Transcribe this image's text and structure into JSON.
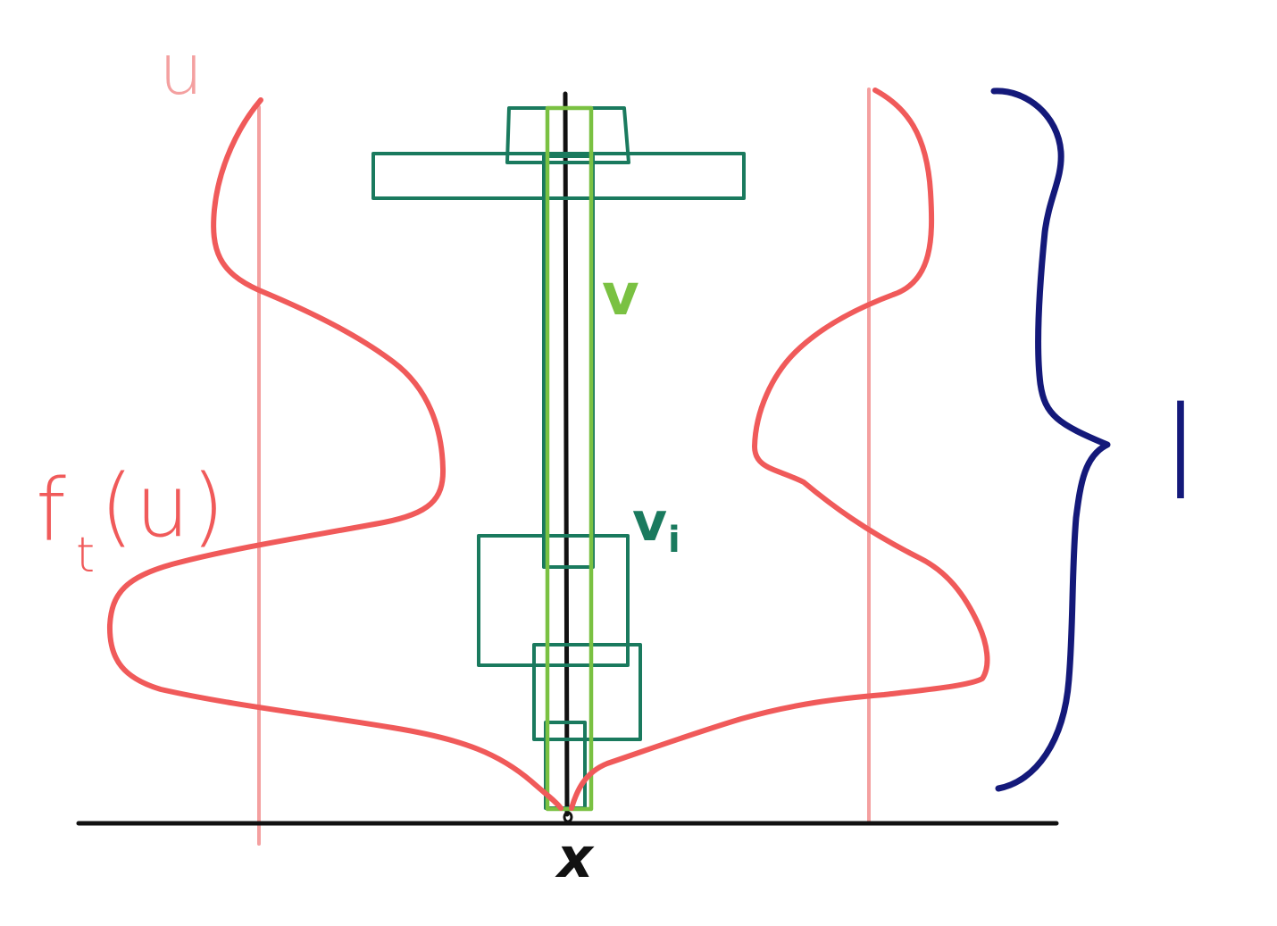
{
  "labels": {
    "u": "u",
    "f_main": "f",
    "f_sub": "t",
    "f_arg": "(u)",
    "v": "v",
    "vi_main": "v",
    "vi_sub": "i",
    "x": "x",
    "I": "I"
  },
  "colors": {
    "curve": "#f05a5a",
    "boundary": "#f4a0a0",
    "u_label": "#f4a0a0",
    "axis": "#111111",
    "boxes_dark": "#1a7a5e",
    "box_light": "#7ac142",
    "brace": "#14197a"
  }
}
